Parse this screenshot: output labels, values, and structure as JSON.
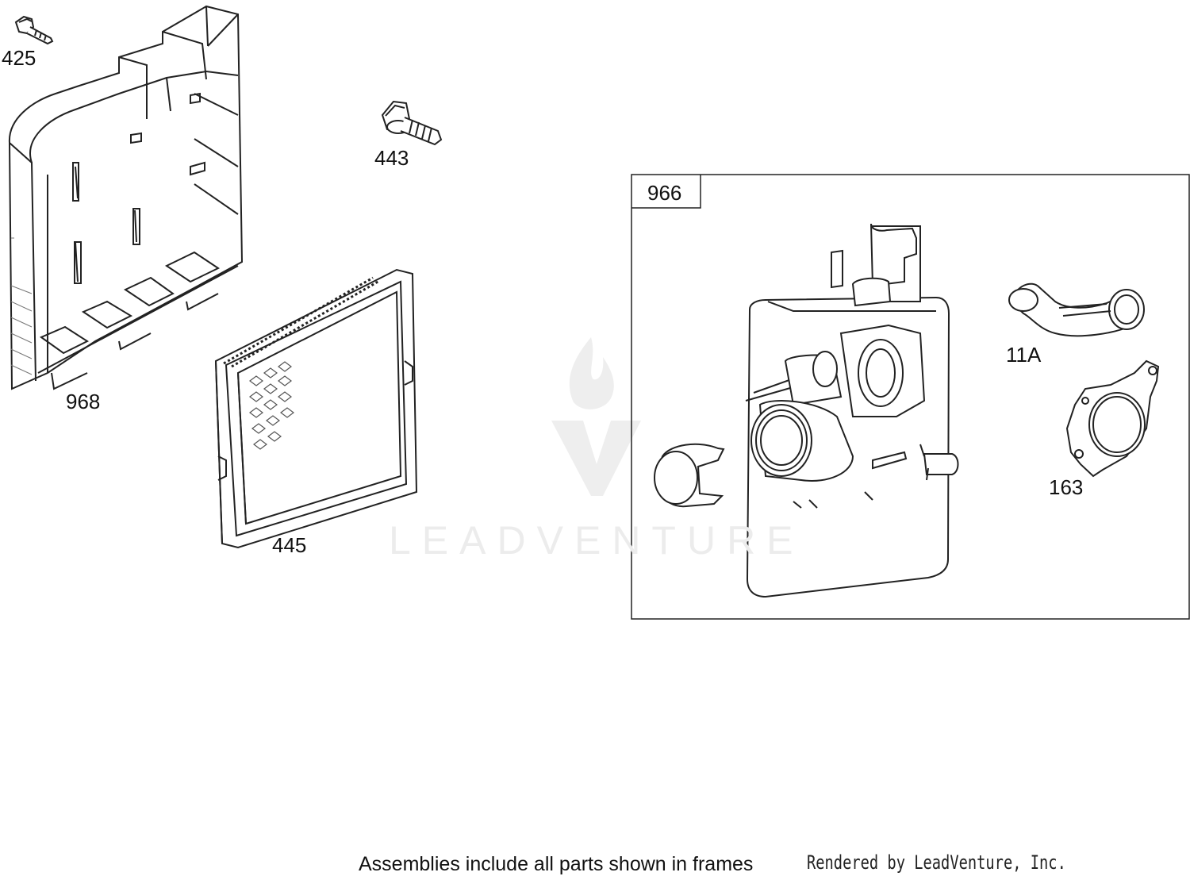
{
  "diagram": {
    "parts": [
      {
        "id": "part-425",
        "number": "425",
        "icon": "small-bolt-icon"
      },
      {
        "id": "part-443",
        "number": "443",
        "icon": "flange-bolt-icon"
      },
      {
        "id": "part-968",
        "number": "968",
        "icon": "air-cleaner-base-icon"
      },
      {
        "id": "part-445",
        "number": "445",
        "icon": "air-filter-icon"
      },
      {
        "id": "part-11a",
        "number": "11A",
        "icon": "elbow-tube-icon"
      },
      {
        "id": "part-163",
        "number": "163",
        "icon": "gasket-icon"
      }
    ],
    "frame": {
      "number": "966",
      "contents": [
        "carburetor-assembly-icon",
        "cap-icon"
      ]
    }
  },
  "watermark": {
    "text": "LEADVENTURE",
    "icon": "flame-v-logo-icon"
  },
  "footer": {
    "note": "Assemblies include all parts shown in frames",
    "credit": "Rendered by LeadVenture, Inc."
  },
  "colors": {
    "line": "#222222",
    "watermark": "#ececec"
  }
}
